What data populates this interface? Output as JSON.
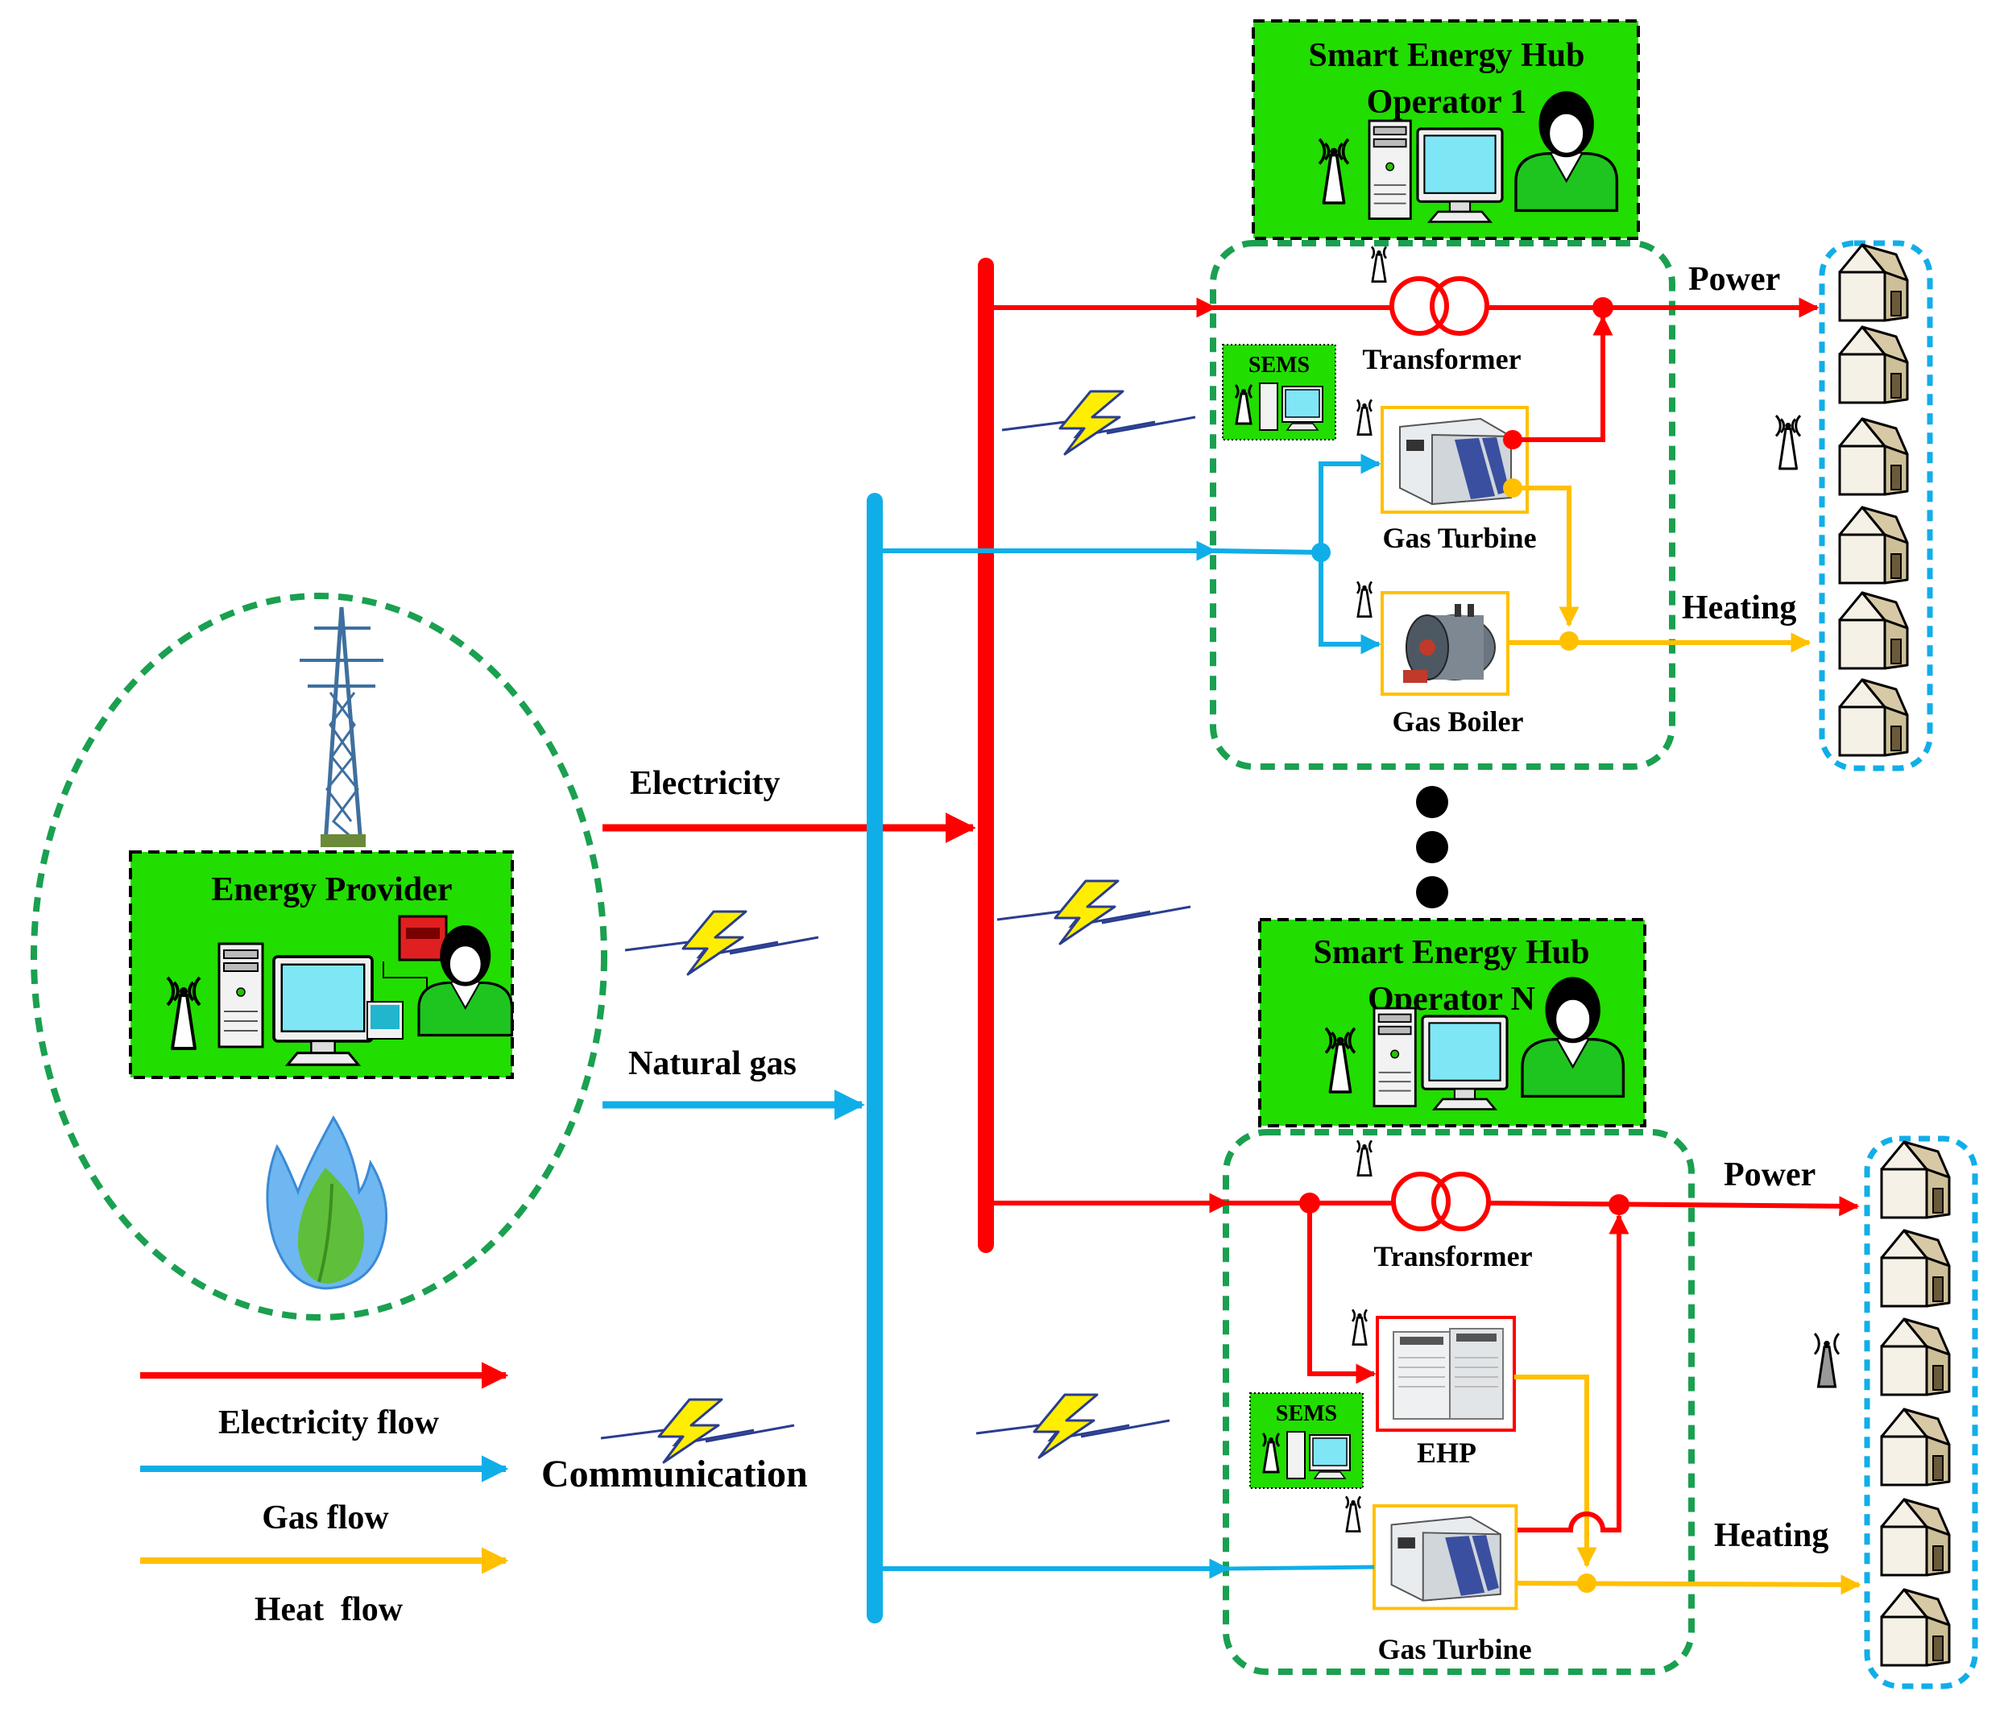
{
  "provider": {
    "title": "Energy Provider",
    "outputs": {
      "electricity": "Electricity",
      "natural_gas": "Natural gas"
    }
  },
  "hubs": [
    {
      "operator_title_line1": "Smart Energy Hub",
      "operator_title_line2": "Operator 1",
      "sems": "SEMS",
      "transformer": "Transformer",
      "unit_a": "Gas Turbine",
      "unit_b": "Gas Boiler",
      "power": "Power",
      "heating": "Heating"
    },
    {
      "operator_title_line1": "Smart Energy Hub",
      "operator_title_line2": "Operator N",
      "sems": "SEMS",
      "transformer": "Transformer",
      "unit_a": "EHP",
      "unit_b": "Gas Turbine",
      "power": "Power",
      "heating": "Heating"
    }
  ],
  "legend": {
    "electricity_flow": "Electricity flow",
    "gas_flow": "Gas flow",
    "heat_flow": "Heat  flow",
    "communication": "Communication"
  },
  "colors": {
    "electricity": "#ff0000",
    "gas": "#10aee8",
    "heat": "#ffc000",
    "operator_panel": "#22dd00",
    "hub_border": "#1aa050",
    "consumer_border": "#10aee8",
    "lightning": "#ffee00"
  }
}
